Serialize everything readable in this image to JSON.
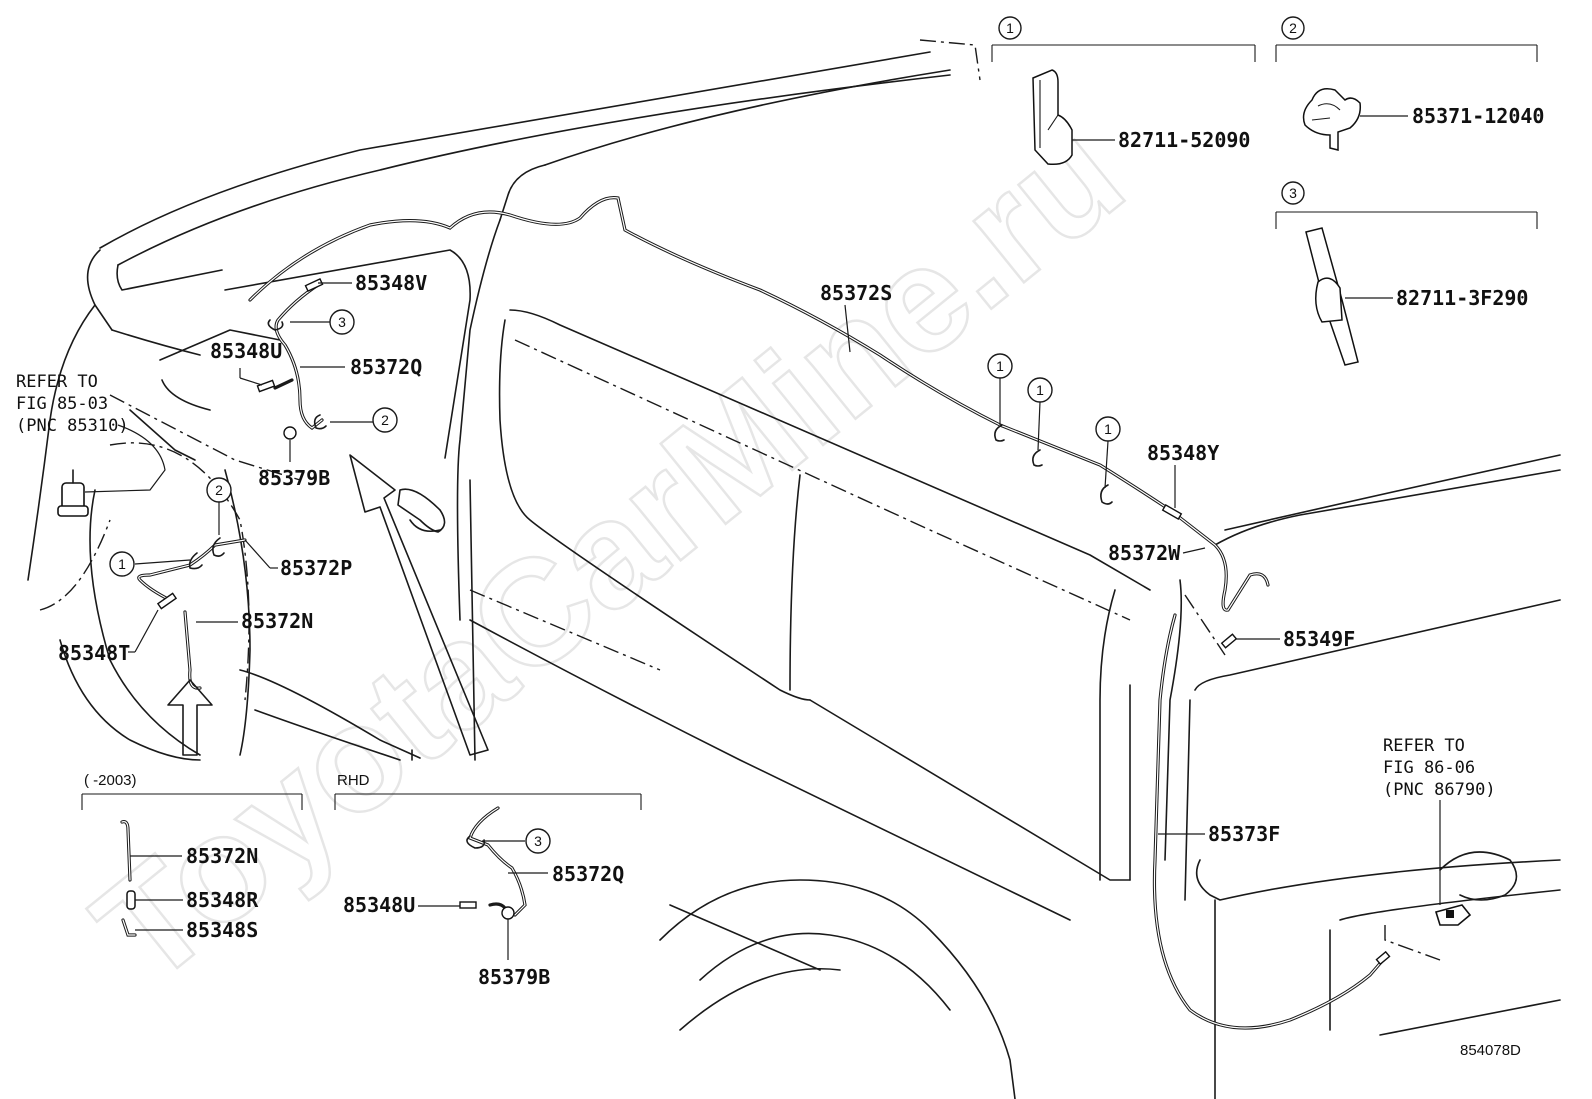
{
  "watermark": "ToyotaCarMine.ru",
  "diagram_id": "854078D",
  "references": {
    "front": [
      "REFER TO",
      "FIG 85-03",
      "(PNC 85310)"
    ],
    "rear": [
      "REFER TO",
      "FIG 86-06",
      "(PNC 86790)"
    ]
  },
  "part_labels": {
    "p85372S": "85372S",
    "p85348V": "85348V",
    "p85348U": "85348U",
    "p85372Q": "85372Q",
    "p85379B": "85379B",
    "p85372P": "85372P",
    "p85372N": "85372N",
    "p85348T": "85348T",
    "p85348Y": "85348Y",
    "p85372W": "85372W",
    "p85349F": "85349F",
    "p85373F": "85373F"
  },
  "inset_parts": {
    "clamp1": "82711-52090",
    "clamp2": "85371-12040",
    "clamp3": "82711-3F290"
  },
  "callout_numbers": [
    "1",
    "2",
    "3"
  ],
  "sections": {
    "pre2003": {
      "title": "(      -2003)",
      "parts": [
        "85372N",
        "85348R",
        "85348S"
      ]
    },
    "rhd": {
      "title": "RHD",
      "parts": [
        "85372Q",
        "85348U",
        "85379B"
      ]
    }
  }
}
